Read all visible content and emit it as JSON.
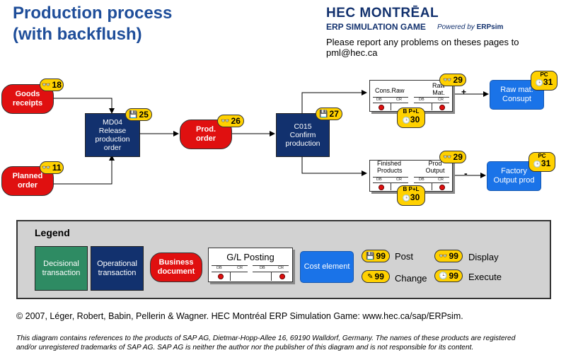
{
  "header": {
    "title_line1": "Production process",
    "title_line2": "(with backflush)",
    "hec_logo": "HEC MONTRĒAL",
    "erp_game": "ERP SIMULATION GAME",
    "powered_by": "Powered by",
    "erpsim": "ERPsim",
    "report": "Please report any problems on theses pages to pml@hec.ca"
  },
  "diagram": {
    "goods_receipts": {
      "label": "Goods receipts",
      "badge": "18"
    },
    "planned_order": {
      "label": "Planned order",
      "badge": "11"
    },
    "md04": {
      "label": "MD04 Release production order",
      "badge": "25"
    },
    "prod_order": {
      "label": "Prod. order",
      "badge": "26"
    },
    "c015": {
      "label": "C015 Confirm production",
      "badge": "27"
    },
    "ledger_top": {
      "left": "Cons.Raw",
      "right": "Raw Mat.",
      "badge": "29",
      "db": "DB",
      "cr": "CR",
      "bpl": "B P+L",
      "bpl_badge": "30"
    },
    "ledger_bottom": {
      "left": "Finished Products",
      "right": "Prod Output",
      "badge": "29",
      "db": "DB",
      "cr": "CR",
      "bpl": "B P+L",
      "bpl_badge": "30"
    },
    "plus_sign": "+",
    "minus_sign": "-",
    "raw_consupt": {
      "label": "Raw mat. Consupt",
      "pc": "PC",
      "badge": "31"
    },
    "factory_output": {
      "label": "Factory Output prod",
      "pc": "PC",
      "badge": "31"
    }
  },
  "legend": {
    "title": "Legend",
    "decisional": "Decisional transaction",
    "operational": "Operational transaction",
    "business_doc": "Business document",
    "gl_posting": "G/L Posting",
    "db": "DB",
    "cr": "CR",
    "cost_element": "Cost element",
    "post_badge": "99",
    "post": "Post",
    "display_badge": "99",
    "display": "Display",
    "change_badge": "99",
    "change": "Change",
    "execute_badge": "99",
    "execute": "Execute"
  },
  "footer": {
    "copyright": "© 2007, Léger, Robert, Babin, Pellerin & Wagner. HEC Montréal ERP Simulation Game: www.hec.ca/sap/ERPsim.",
    "disclaimer": "This diagram contains references to the products of SAP AG, Dietmar-Hopp-Allee 16, 69190 Walldorf, Germany. The names of these products are registered and/or unregistered trademarks of SAP AG. SAP AG is neither the author nor the publisher of this diagram and is not responsible for its content."
  },
  "colors": {
    "business_document": "#e01010",
    "operational": "#12316e",
    "decisional": "#2e8b63",
    "cost_element": "#1a73e8",
    "badge": "#ffd100",
    "title": "#1f4e9a"
  },
  "icons": {
    "post": "save-icon",
    "display": "glasses-icon",
    "change": "pencil-icon",
    "execute": "clock-icon"
  }
}
